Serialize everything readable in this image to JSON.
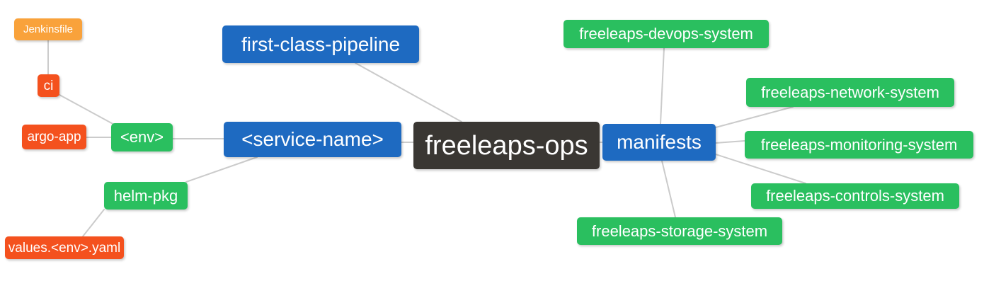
{
  "diagram": {
    "type": "mindmap",
    "palette": {
      "root_bg": "#3a3733",
      "branch_blue": "#1e6ac1",
      "leaf_green": "#2abf5f",
      "accent_orange": "#f9a23b",
      "accent_red": "#f4511e",
      "edge_line": "#cbcbcb",
      "node_text": "#ffffff"
    },
    "nodes": {
      "freeleaps_ops": {
        "label": "freeleaps-ops"
      },
      "first_class_pipeline": {
        "label": "first-class-pipeline"
      },
      "service_name": {
        "label": "<service-name>"
      },
      "env": {
        "label": "<env>"
      },
      "ci": {
        "label": "ci"
      },
      "jenkinsfile": {
        "label": "Jenkinsfile"
      },
      "argo_app": {
        "label": "argo-app"
      },
      "helm_pkg": {
        "label": "helm-pkg"
      },
      "values_env_yaml": {
        "label": "values.<env>.yaml"
      },
      "manifests": {
        "label": "manifests"
      },
      "devops_system": {
        "label": "freeleaps-devops-system"
      },
      "network_system": {
        "label": "freeleaps-network-system"
      },
      "monitoring_system": {
        "label": "freeleaps-monitoring-system"
      },
      "controls_system": {
        "label": "freeleaps-controls-system"
      },
      "storage_system": {
        "label": "freeleaps-storage-system"
      }
    },
    "hierarchy": {
      "label": "freeleaps-ops",
      "children": [
        {
          "label": "first-class-pipeline"
        },
        {
          "label": "<service-name>",
          "children": [
            {
              "label": "<env>",
              "children": [
                {
                  "label": "ci",
                  "children": [
                    {
                      "label": "Jenkinsfile"
                    }
                  ]
                },
                {
                  "label": "argo-app"
                }
              ]
            },
            {
              "label": "helm-pkg",
              "children": [
                {
                  "label": "values.<env>.yaml"
                }
              ]
            }
          ]
        },
        {
          "label": "manifests",
          "children": [
            {
              "label": "freeleaps-devops-system"
            },
            {
              "label": "freeleaps-network-system"
            },
            {
              "label": "freeleaps-monitoring-system"
            },
            {
              "label": "freeleaps-controls-system"
            },
            {
              "label": "freeleaps-storage-system"
            }
          ]
        }
      ]
    },
    "edges": [
      {
        "from": "jenkinsfile",
        "to": "ci"
      },
      {
        "from": "ci",
        "to": "env"
      },
      {
        "from": "argo_app",
        "to": "env"
      },
      {
        "from": "env",
        "to": "service_name"
      },
      {
        "from": "helm_pkg",
        "to": "service_name"
      },
      {
        "from": "values_env_yaml",
        "to": "helm_pkg"
      },
      {
        "from": "first_class_pipeline",
        "to": "freeleaps_ops"
      },
      {
        "from": "service_name",
        "to": "freeleaps_ops"
      },
      {
        "from": "freeleaps_ops",
        "to": "manifests"
      },
      {
        "from": "manifests",
        "to": "devops_system"
      },
      {
        "from": "manifests",
        "to": "network_system"
      },
      {
        "from": "manifests",
        "to": "monitoring_system"
      },
      {
        "from": "manifests",
        "to": "controls_system"
      },
      {
        "from": "manifests",
        "to": "storage_system"
      }
    ]
  }
}
